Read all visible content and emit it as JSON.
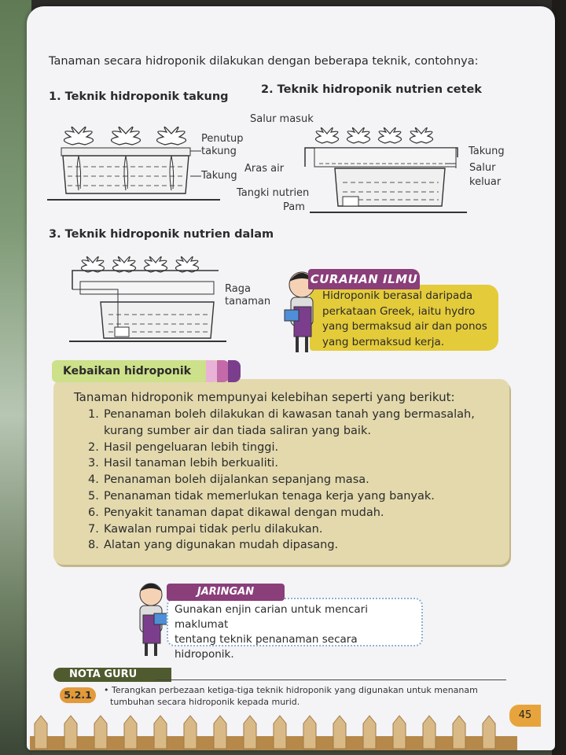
{
  "intro": "Tanaman secara hidroponik dilakukan dengan beberapa teknik, contohnya:",
  "techniques": {
    "t1_title": "1. Teknik hidroponik takung",
    "t2_title": "2. Teknik hidroponik nutrien cetek",
    "t3_title": "3. Teknik hidroponik nutrien dalam"
  },
  "diagram1": {
    "penutup": "Penutup",
    "takung_small": "takung",
    "takung": "Takung"
  },
  "diagram2": {
    "salur_masuk": "Salur masuk",
    "takung": "Takung",
    "salur": "Salur",
    "keluar": "keluar",
    "aras_air": "Aras air",
    "tangki_nutrien": "Tangki nutrien",
    "pam": "Pam"
  },
  "diagram3": {
    "raga": "Raga",
    "tanaman": "tanaman"
  },
  "curahan": {
    "title": "CURAHAN ILMU",
    "lines": [
      "Hidroponik berasal daripada",
      "perkataan Greek, iaitu hydro",
      "yang bermaksud air dan ponos",
      "yang bermaksud kerja."
    ]
  },
  "kebaikan": {
    "tab": "Kebaikan hidroponik",
    "intro": "Tanaman hidroponik mempunyai kelebihan seperti yang berikut:",
    "items": [
      {
        "n": "1.",
        "t": "Penanaman boleh dilakukan di kawasan tanah yang bermasalah,"
      },
      {
        "n": "",
        "t": "kurang sumber air dan tiada saliran yang baik."
      },
      {
        "n": "2.",
        "t": "Hasil pengeluaran lebih tinggi."
      },
      {
        "n": "3.",
        "t": "Hasil tanaman lebih berkualiti."
      },
      {
        "n": "4.",
        "t": "Penanaman boleh dijalankan sepanjang masa."
      },
      {
        "n": "5.",
        "t": "Penanaman tidak memerlukan tenaga kerja yang banyak."
      },
      {
        "n": "6.",
        "t": "Penyakit tanaman dapat dikawal dengan mudah."
      },
      {
        "n": "7.",
        "t": "Kawalan rumpai tidak perlu dilakukan."
      },
      {
        "n": "8.",
        "t": "Alatan yang digunakan mudah dipasang."
      }
    ]
  },
  "jaringan": {
    "title": "JARINGAN MAKLUMAT",
    "line1": "Gunakan enjin carian untuk mencari maklumat",
    "line2": "tentang teknik penanaman secara hidroponik."
  },
  "nota": {
    "tab": "NOTA GURU",
    "code": "5.2.1",
    "line1": "• Terangkan perbezaan ketiga-tiga teknik hidroponik yang digunakan untuk menanam",
    "line2": "tumbuhan secara hidroponik kepada murid."
  },
  "page_number": "45",
  "colors": {
    "accent_purple": "#8a3e7a",
    "curahan_yellow": "#e4cb3a",
    "kebaikan_bg": "#e3d9ad",
    "tab_green": "#cde08a",
    "page_orange": "#e7a43c"
  }
}
